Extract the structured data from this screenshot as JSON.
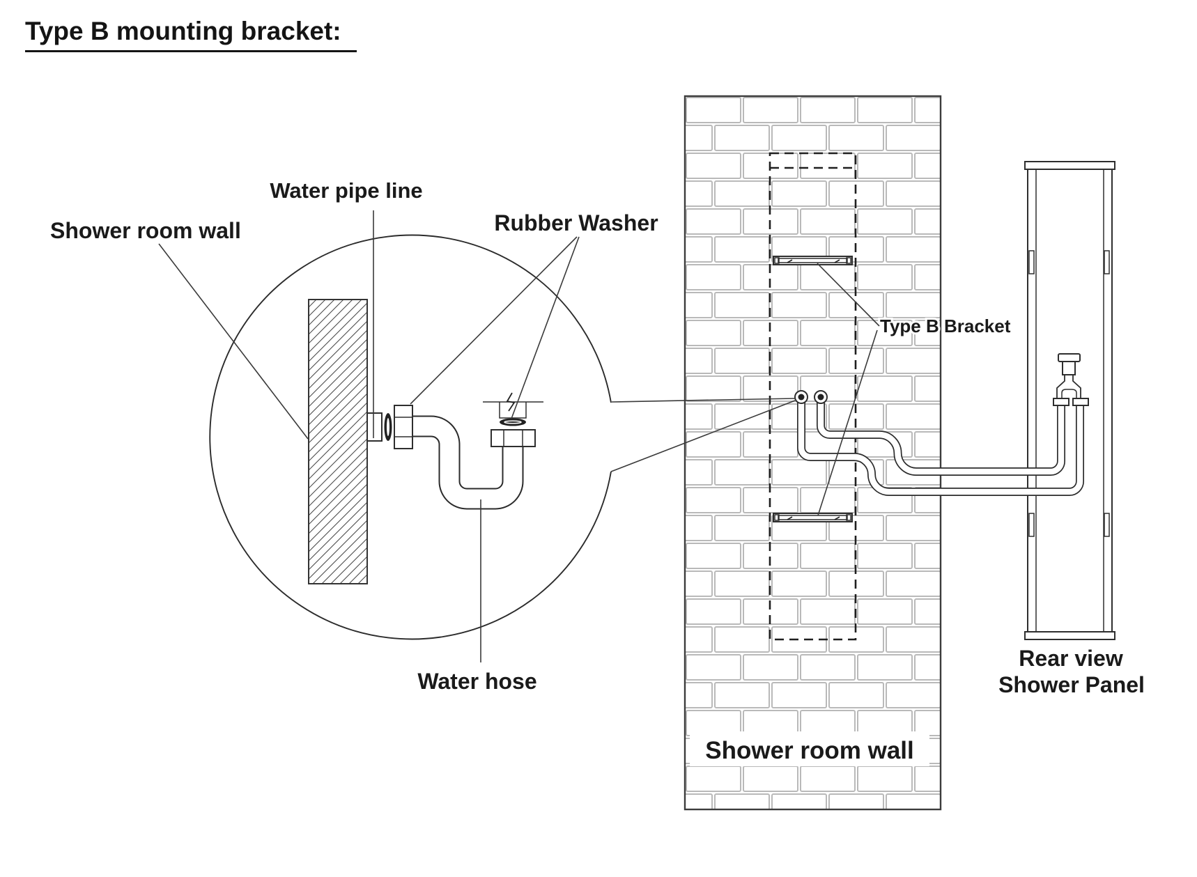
{
  "title": "Type B mounting bracket:",
  "colors": {
    "ink": "#1d1d1d",
    "line": "#2e2e2e",
    "mortar": "#b9b9b9",
    "paper": "#ffffff"
  },
  "detail_view": {
    "shower_room_wall_label": "Shower room wall",
    "water_pipe_line_label": "Water pipe line",
    "rubber_washer_label": "Rubber Washer",
    "water_hose_label": "Water hose"
  },
  "wall_view": {
    "type_b_bracket_label": "Type B Bracket",
    "shower_room_wall_label": "Shower room wall"
  },
  "panel_view": {
    "rear_view_label_line1": "Rear view",
    "rear_view_label_line2": "Shower Panel"
  }
}
